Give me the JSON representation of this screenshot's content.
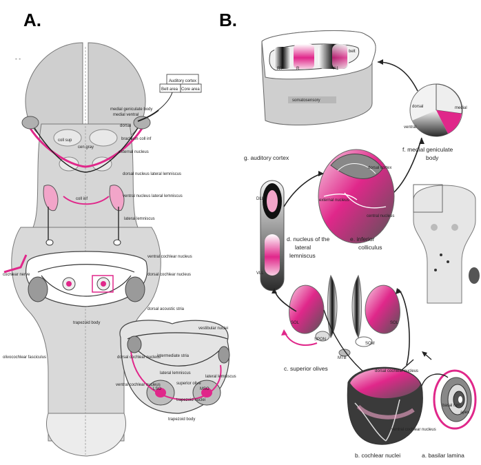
{
  "panels": {
    "a_label": "A.",
    "b_label": "B."
  },
  "panel_a": {
    "auditory_cortex": "Auditory cortex",
    "belt_area": "Belt area",
    "core_area": "Core area",
    "medial_geniculate_body": "medial geniculate body",
    "medial_ventral": "medial  ventral",
    "dorsal": "dorsal",
    "brachium": "brachium coll inf",
    "external_nucleus": "external nucleus",
    "dorsal_nll": "dorsal nucleus lateral lemniscus",
    "ventral_nll": "ventral nucleus lateral lemniscus",
    "lateral_lemniscus": "lateral lemniscus",
    "cochlear_nerve": "cochlear nerve",
    "ventral_cochlear_nucleus": "ventral cochlear nucleus",
    "dorsal_cochlear_nucleus": "dorsal cochlear nucleus",
    "dorsal_acoustic_stria": "dorsal acoustic stria",
    "trapezoid_body": "trapezoid body",
    "efferent_fasciculus": "olivocochlear fasciculus",
    "intermediate_stria": "intermediate stria",
    "vestibular_nuclei": "vestibular nuclei",
    "dorsal_cochlear_nucleus_2": "dorsal cochlear nucleus",
    "ventral_cochlear_nucleus_2": "ventral cochlear nucleus",
    "lateral_lemniscus_2": "lateral lemniscus",
    "lateral_lemniscus_3": "lateral lemniscus",
    "sup_olive": "superior olive",
    "trapezoid_nuclei": "trapezoid nuclei",
    "trapezoid_body_2": "trapezoid body",
    "coll_sup": "coll sup",
    "cen_gray": "cen gray",
    "coll_inf": "coll inf",
    "lso": "LSO",
    "mso": "MSO"
  },
  "panel_b": {
    "belt": "belt",
    "rt": "RT",
    "r": "R",
    "a1": "A1",
    "somatosensory": "somatosensory",
    "dorsal": "dorsal",
    "medial": "medial",
    "ventral": "ventral",
    "g_auditory_cortex": "g. auditory cortex",
    "f_medial_geniculate": "f. medial geniculate",
    "f_body": "body",
    "dorsal_cortex": "dorsal cortex",
    "external_nucleus": "external nucleus",
    "central_nucleus": "central nucleus",
    "dll": "DLL",
    "vll": "VLL",
    "d_nucleus_lateral": "d. nucleus of the",
    "d_lateral": "lateral",
    "d_lemniscus": "lemniscus",
    "e_inferior": "e. inferior",
    "e_colliculus": "colliculus",
    "sol_left": "SOL",
    "sol_right": "SOL",
    "spon": "SPON",
    "mtb": "MTB",
    "som": "SOM",
    "c_superior_olives": "c. superior olives",
    "dorsal_cochlear_nucleus": "dorsal cochlear nucleus",
    "ventral_cochlear_nucleus": "ventral cochlear nucleus",
    "b_cochlear_nuclei": "b. cochlear nuclei",
    "a_basilar_lamina": "a. basilar lamina",
    "basal_turn": "basal turn",
    "apex": "apex"
  },
  "colors": {
    "magenta": "#e0278a",
    "pink": "#f2a5c9",
    "gray": "#cfcfcf",
    "dark_gray": "#9a9a9a",
    "line": "#333333"
  }
}
